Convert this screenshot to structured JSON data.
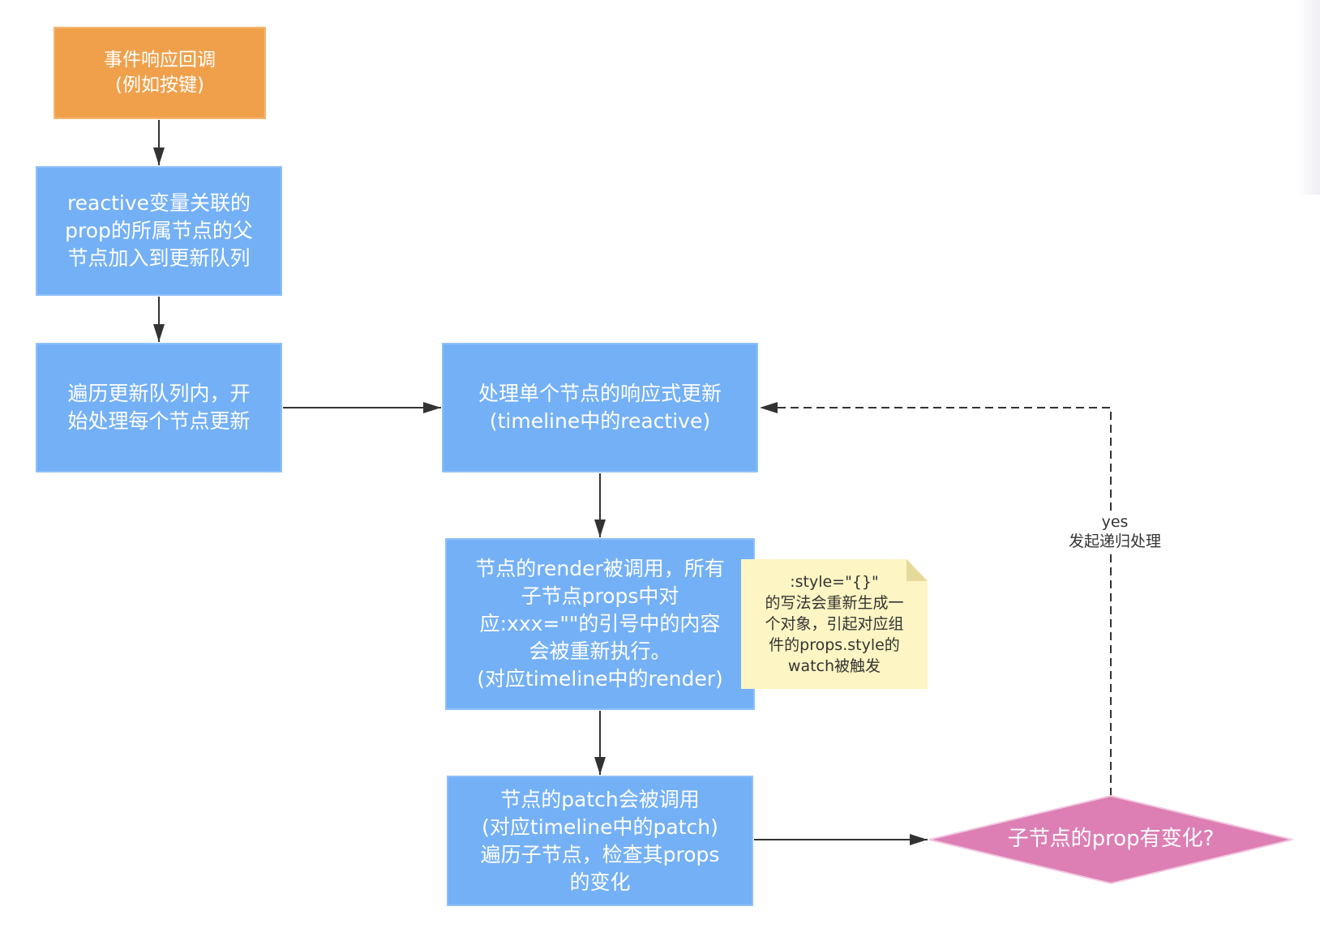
{
  "diagram": {
    "nodes": {
      "start": {
        "text": "事件响应回调\n(例如按键)",
        "color": "#f0a04b",
        "shape": "rectangle"
      },
      "enqueue": {
        "text": "reactive变量关联的\nprop的所属节点的父\n节点加入到更新队列",
        "color": "#74b0f6",
        "shape": "rectangle"
      },
      "iterate": {
        "text": "遍历更新队列内，开\n始处理每个节点更新",
        "color": "#74b0f6",
        "shape": "rectangle"
      },
      "reactive_update": {
        "text": "处理单个节点的响应式更新\n(timeline中的reactive)",
        "color": "#74b0f6",
        "shape": "rectangle"
      },
      "render": {
        "text": "节点的render被调用，所有\n子节点props中对\n应:xxx=\"\"的引号中的内容\n会被重新执行。\n(对应timeline中的render)",
        "color": "#74b0f6",
        "shape": "rectangle"
      },
      "patch": {
        "text": "节点的patch会被调用\n(对应timeline中的patch)\n遍历子节点，检查其props\n的变化",
        "color": "#74b0f6",
        "shape": "rectangle"
      },
      "decision": {
        "text": "子节点的prop有变化?",
        "color": "#dd7fb4",
        "shape": "diamond"
      }
    },
    "note": {
      "text": ":style=\"{}\"\n的写法会重新生成一\n个对象，引起对应组\n件的props.style的\nwatch被触发",
      "color": "#fdf5c3",
      "attached_to": "render"
    },
    "edges": [
      {
        "from": "start",
        "to": "enqueue",
        "style": "solid",
        "label": ""
      },
      {
        "from": "enqueue",
        "to": "iterate",
        "style": "solid",
        "label": ""
      },
      {
        "from": "iterate",
        "to": "reactive_update",
        "style": "solid",
        "label": ""
      },
      {
        "from": "reactive_update",
        "to": "render",
        "style": "solid",
        "label": ""
      },
      {
        "from": "render",
        "to": "patch",
        "style": "solid",
        "label": ""
      },
      {
        "from": "patch",
        "to": "decision",
        "style": "solid",
        "label": ""
      },
      {
        "from": "decision",
        "to": "reactive_update",
        "style": "dashed",
        "label": "yes\n发起递归处理"
      }
    ],
    "edge_color": "#333333"
  }
}
